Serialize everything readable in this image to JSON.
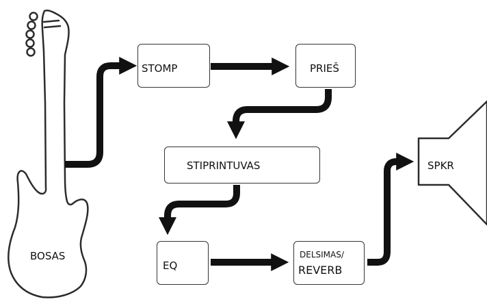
{
  "diagram": {
    "nodes": {
      "bass": "BOSAS",
      "stomp": "STOMP",
      "pre": "PRIEŠ",
      "amp": "STIPRINTUVAS",
      "eq": "EQ",
      "delay_line1": "DELSIMAS/",
      "delay_line2": "REVERB",
      "speaker": "SPKR"
    },
    "colors": {
      "arrow": "#111111",
      "outline": "#333333",
      "background": "#ffffff"
    }
  }
}
